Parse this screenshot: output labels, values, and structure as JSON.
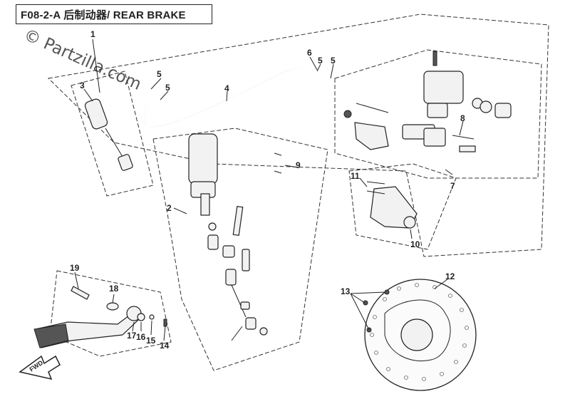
{
  "title": "F08-2-A  后制动器/ REAR BRAKE",
  "watermark": "© Partzilla.com",
  "fwd_label": "FWD",
  "callouts": {
    "c1": "1",
    "c2": "2",
    "c3": "3",
    "c4": "4",
    "c5a": "5",
    "c5b": "5",
    "c5c": "5",
    "c5d": "5",
    "c6": "6",
    "c7": "7",
    "c8": "8",
    "c9": "9",
    "c10": "10",
    "c11": "11",
    "c12": "12",
    "c13": "13",
    "c14": "14",
    "c15": "15",
    "c16": "16",
    "c17": "17",
    "c18": "18",
    "c19": "19"
  },
  "colors": {
    "line": "#222222",
    "part_fill": "#f2f2f2",
    "dark_part": "#555555"
  }
}
